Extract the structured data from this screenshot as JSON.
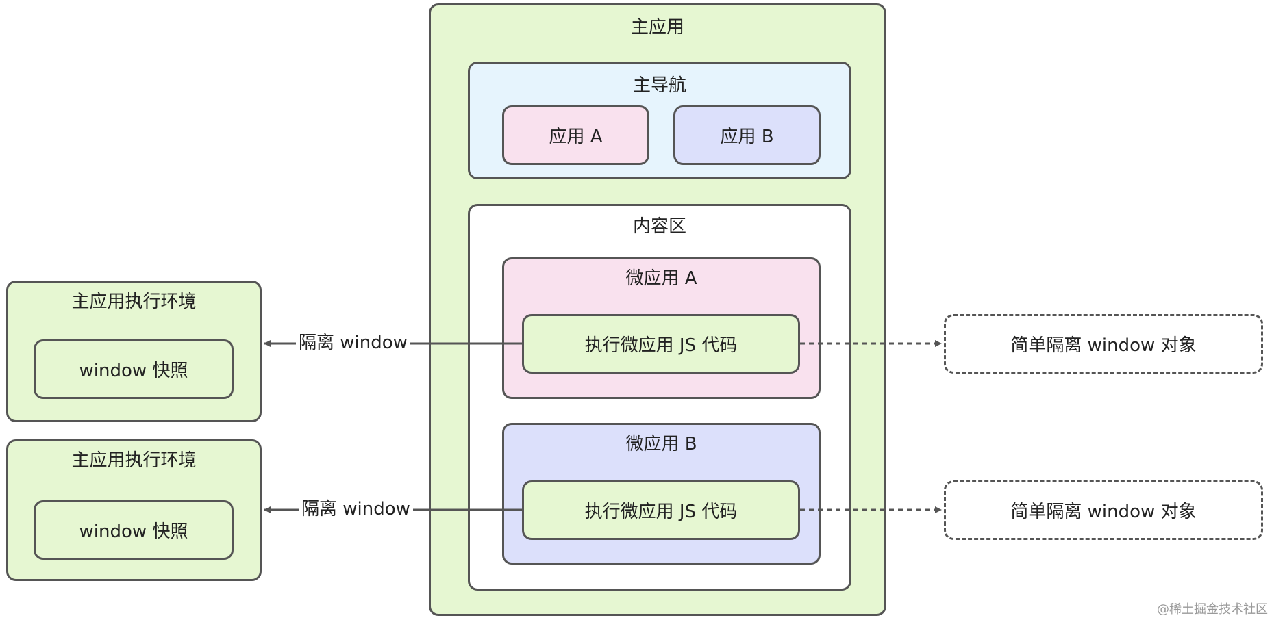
{
  "main_app": {
    "title": "主应用",
    "nav": {
      "title": "主导航",
      "items": [
        "应用 A",
        "应用 B"
      ]
    },
    "content": {
      "title": "内容区",
      "micro_apps": [
        {
          "title": "微应用 A",
          "exec_label": "执行微应用 JS 代码"
        },
        {
          "title": "微应用 B",
          "exec_label": "执行微应用 JS 代码"
        }
      ]
    }
  },
  "envs": [
    {
      "title": "主应用执行环境",
      "snapshot": "window 快照"
    },
    {
      "title": "主应用执行环境",
      "snapshot": "window 快照"
    }
  ],
  "isolation_labels": [
    "隔离 window",
    "隔离 window"
  ],
  "simple_isolation": [
    "简单隔离 window 对象",
    "简单隔离 window 对象"
  ],
  "watermark": "@稀土掘金技术社区",
  "colors": {
    "green_fill": "#e6f7d2",
    "blue_fill": "#e6f4fd",
    "pink_fill": "#f9e1ee",
    "lavender_fill": "#dce0fb",
    "border": "#555555"
  }
}
